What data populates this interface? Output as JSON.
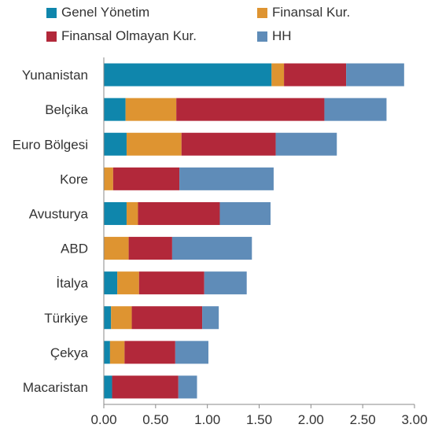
{
  "chart_data": {
    "type": "bar",
    "orientation": "horizontal",
    "stacked": true,
    "categories": [
      "Yunanistan",
      "Belçika",
      "Euro Bölgesi",
      "Kore",
      "Avusturya",
      "ABD",
      "İtalya",
      "Türkiye",
      "Çekya",
      "Macaristan"
    ],
    "series": [
      {
        "name": "Genel Yönetim",
        "color": "#0f86ac",
        "values": [
          1.62,
          0.21,
          0.22,
          0.0,
          0.22,
          0.0,
          0.13,
          0.07,
          0.06,
          0.08
        ]
      },
      {
        "name": "Finansal Kur.",
        "color": "#de9431",
        "values": [
          0.12,
          0.49,
          0.53,
          0.09,
          0.11,
          0.24,
          0.21,
          0.2,
          0.14,
          0.0
        ]
      },
      {
        "name": "Finansal Olmayan Kur.",
        "color": "#b2283a",
        "values": [
          0.6,
          1.43,
          0.91,
          0.64,
          0.79,
          0.42,
          0.63,
          0.68,
          0.49,
          0.64
        ]
      },
      {
        "name": "HH",
        "color": "#5f8cb8",
        "values": [
          0.56,
          0.6,
          0.59,
          0.91,
          0.49,
          0.77,
          0.41,
          0.16,
          0.32,
          0.18
        ]
      }
    ],
    "xlim": [
      0,
      3.0
    ],
    "x_ticks": [
      "0.00",
      "0.50",
      "1.00",
      "1.50",
      "2.00",
      "2.50",
      "3.00"
    ],
    "x_tick_values": [
      0,
      0.5,
      1.0,
      1.5,
      2.0,
      2.5,
      3.0
    ],
    "grid": false,
    "legend_position": "top"
  }
}
